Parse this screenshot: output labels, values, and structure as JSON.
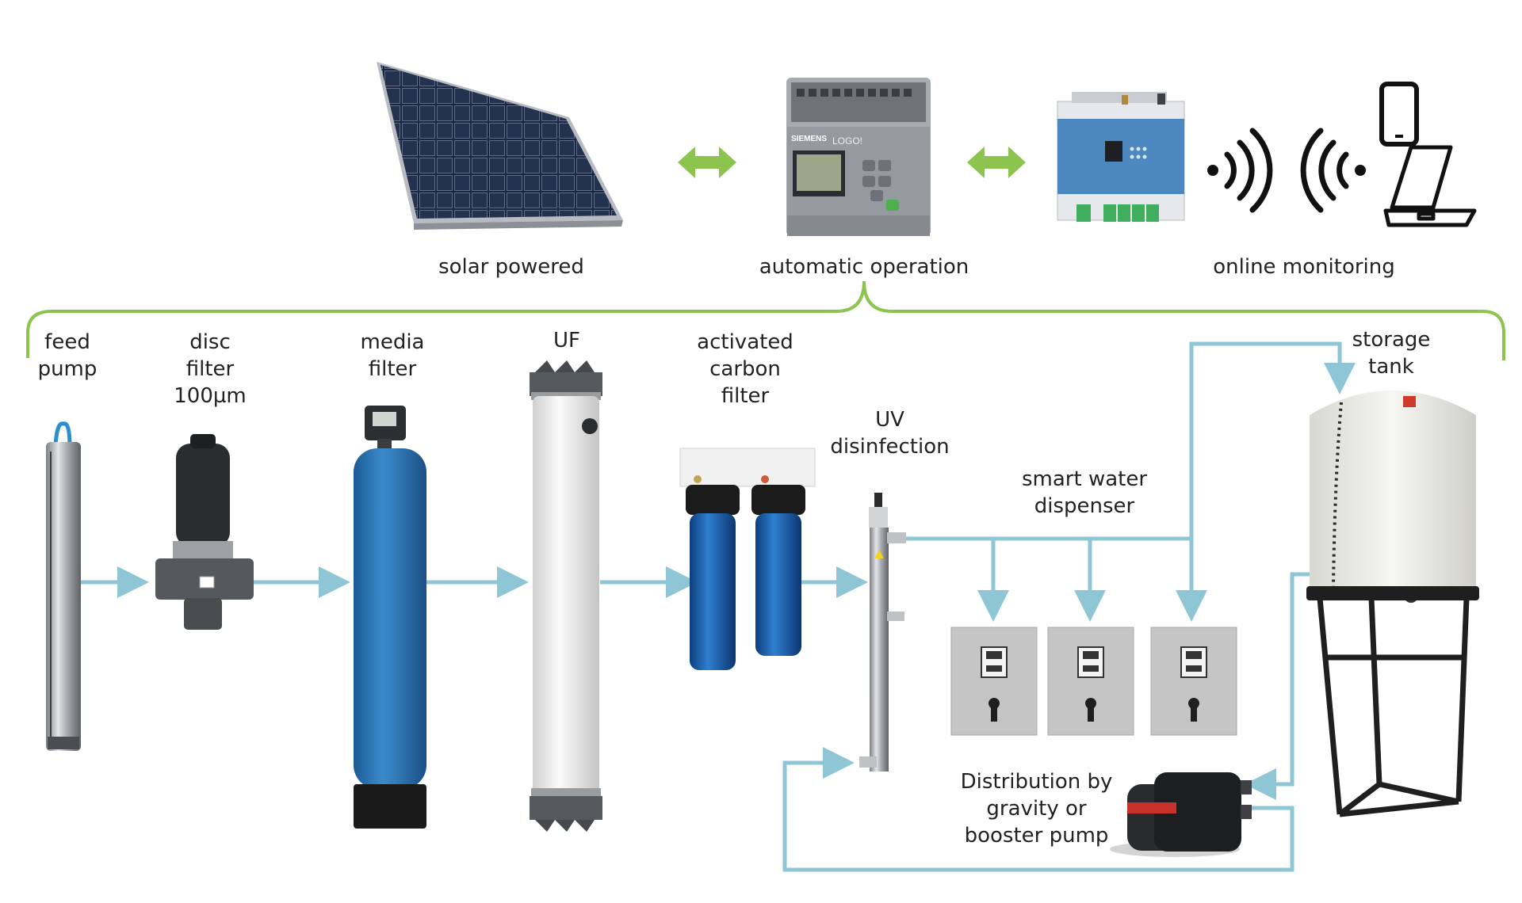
{
  "top_labels": {
    "solar": "solar powered",
    "automatic": "automatic  operation",
    "online": "online monitoring"
  },
  "components": {
    "feed_pump": "feed\npump",
    "disc_filter": "disc\nfilter\n100µm",
    "media_filter": "media\nfilter",
    "uf": "UF",
    "carbon_filter": "activated\ncarbon\nfilter",
    "uv": "UV\ndisinfection",
    "dispenser": "smart water\ndispenser",
    "storage_tank": "storage\ntank",
    "distribution": "Distribution by\ngravity or\nbooster pump"
  },
  "device_text": {
    "plc_brand": "SIEMENS",
    "plc_model": "LOGO!"
  },
  "colors": {
    "pipe": "#8ec6d6",
    "bracket": "#8dc34f",
    "double_arrow": "#8dc34f"
  }
}
